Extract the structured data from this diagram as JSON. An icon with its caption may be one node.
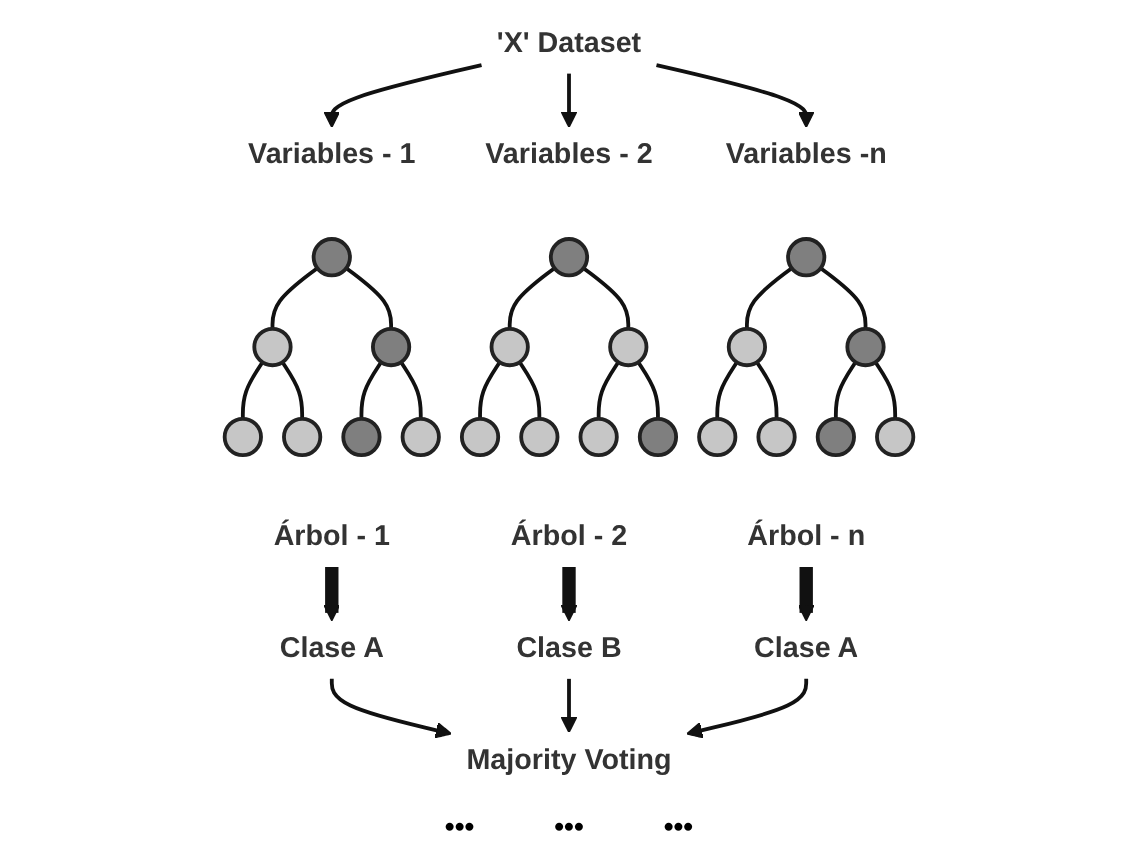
{
  "diagram": {
    "nodes": [
      {
        "text": [
          "'X' Dataset"
        ]
      },
      {
        "text": [
          "Variables - 1"
        ]
      },
      {
        "text": [
          "Variables - 2"
        ]
      },
      {
        "text": [
          "Variables -n"
        ]
      },
      {
        "text": [],
        "shape": "circle"
      },
      {
        "text": [],
        "shape": "circle"
      },
      {
        "text": [],
        "shape": "circle"
      },
      {
        "text": [],
        "shape": "circle"
      },
      {
        "text": [],
        "shape": "circle"
      },
      {
        "text": [],
        "shape": "circle"
      },
      {
        "text": [],
        "shape": "circle"
      },
      {
        "text": [],
        "shape": "circle"
      },
      {
        "text": [],
        "shape": "circle"
      },
      {
        "text": [],
        "shape": "circle"
      },
      {
        "text": [],
        "shape": "circle"
      },
      {
        "text": [],
        "shape": "circle"
      },
      {
        "text": [],
        "shape": "circle"
      },
      {
        "text": [],
        "shape": "circle"
      },
      {
        "text": [],
        "shape": "circle"
      },
      {
        "text": [],
        "shape": "circle"
      },
      {
        "text": [],
        "shape": "circle"
      },
      {
        "text": [],
        "shape": "circle"
      },
      {
        "text": [],
        "shape": "circle"
      },
      {
        "text": [],
        "shape": "circle"
      },
      {
        "text": [],
        "shape": "circle"
      },
      {
        "text": [
          "Árbol - 1"
        ]
      },
      {
        "text": [
          "Árbol - 2"
        ]
      },
      {
        "text": [
          "Árbol - n"
        ]
      },
      {
        "text": [
          "Clase A"
        ]
      },
      {
        "text": [
          "Clase B"
        ]
      },
      {
        "text": [
          "Clase A"
        ]
      },
      {
        "text": [
          "Majority Voting"
        ]
      }
    ],
    "edges": [
      {
        "from": 0,
        "to": 1,
        "arrow": "to"
      },
      {
        "from": 0,
        "to": 2,
        "arrow": "to"
      },
      {
        "from": 0,
        "to": 3,
        "arrow": "to"
      },
      {
        "from": 4,
        "to": 5,
        "arrow": "none"
      },
      {
        "from": 4,
        "to": 6,
        "arrow": "none"
      },
      {
        "from": 5,
        "to": 7,
        "arrow": "none"
      },
      {
        "from": 5,
        "to": 8,
        "arrow": "none"
      },
      {
        "from": 6,
        "to": 9,
        "arrow": "none"
      },
      {
        "from": 6,
        "to": 10,
        "arrow": "none"
      },
      {
        "from": 11,
        "to": 12,
        "arrow": "none"
      },
      {
        "from": 11,
        "to": 13,
        "arrow": "none"
      },
      {
        "from": 12,
        "to": 14,
        "arrow": "none"
      },
      {
        "from": 12,
        "to": 15,
        "arrow": "none"
      },
      {
        "from": 13,
        "to": 16,
        "arrow": "none"
      },
      {
        "from": 13,
        "to": 17,
        "arrow": "none"
      },
      {
        "from": 18,
        "to": 19,
        "arrow": "none"
      },
      {
        "from": 18,
        "to": 20,
        "arrow": "none"
      },
      {
        "from": 19,
        "to": 21,
        "arrow": "none"
      },
      {
        "from": 19,
        "to": 22,
        "arrow": "none"
      },
      {
        "from": 20,
        "to": 23,
        "arrow": "none"
      },
      {
        "from": 20,
        "to": 24,
        "arrow": "none"
      },
      {
        "from": 25,
        "to": 28,
        "arrow": "to",
        "style": "thick"
      },
      {
        "from": 26,
        "to": 29,
        "arrow": "to",
        "style": "thick"
      },
      {
        "from": 27,
        "to": 30,
        "arrow": "to",
        "style": "thick"
      },
      {
        "from": 28,
        "to": 31,
        "arrow": "to"
      },
      {
        "from": 29,
        "to": 31,
        "arrow": "to"
      },
      {
        "from": 30,
        "to": 31,
        "arrow": "to"
      }
    ],
    "labels": [
      "•••",
      "•••",
      "•••"
    ]
  }
}
